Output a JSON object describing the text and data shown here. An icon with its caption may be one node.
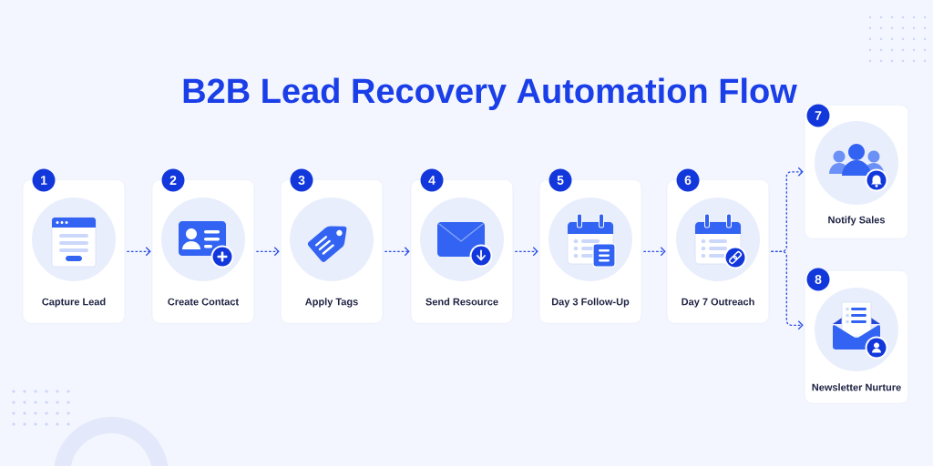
{
  "diagram": {
    "title": "B2B Lead Recovery Automation Flow",
    "nodes": [
      {
        "text": [
          "1",
          "Capture Lead"
        ]
      },
      {
        "text": [
          "2",
          "Create Contact"
        ]
      },
      {
        "text": [
          "3",
          "Apply Tags"
        ]
      },
      {
        "text": [
          "4",
          "Send Resource"
        ]
      },
      {
        "text": [
          "5",
          "Day 3 Follow-Up"
        ]
      },
      {
        "text": [
          "6",
          "Day 7 Outreach"
        ]
      },
      {
        "text": [
          "7",
          "Notify Sales"
        ]
      },
      {
        "text": [
          "8",
          "Newsletter Nurture"
        ]
      }
    ],
    "edges": [
      {
        "from": 0,
        "to": 1,
        "arrow": "to"
      },
      {
        "from": 1,
        "to": 2,
        "arrow": "to"
      },
      {
        "from": 2,
        "to": 3,
        "arrow": "to"
      },
      {
        "from": 3,
        "to": 4,
        "arrow": "to"
      },
      {
        "from": 4,
        "to": 5,
        "arrow": "to"
      },
      {
        "from": 5,
        "to": 6,
        "arrow": "to"
      },
      {
        "from": 5,
        "to": 7,
        "arrow": "to"
      }
    ]
  }
}
